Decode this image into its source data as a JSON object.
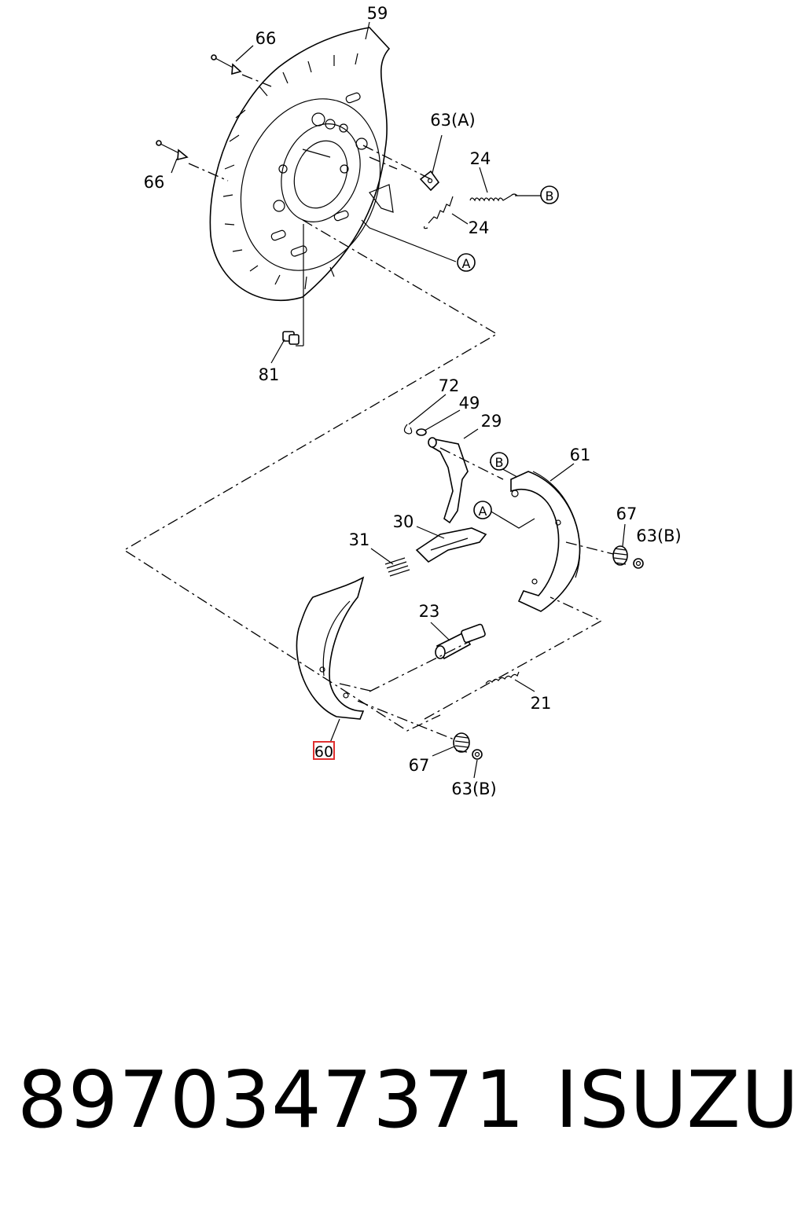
{
  "callouts": {
    "c59": "59",
    "c66a": "66",
    "c66b": "66",
    "c63a": "63(A)",
    "c24a": "24",
    "c24b": "24",
    "cBtop": "B",
    "cAtop": "A",
    "c81": "81",
    "c72": "72",
    "c49": "49",
    "c29": "29",
    "cBmid": "B",
    "c61": "61",
    "c30": "30",
    "cAmid": "A",
    "c67a": "67",
    "c63b1": "63(B)",
    "c31": "31",
    "c23": "23",
    "c21": "21",
    "c60": "60",
    "c67b": "67",
    "c63b2": "63(B)"
  },
  "footer": {
    "part_number": "8970347371",
    "brand": "ISUZU"
  }
}
